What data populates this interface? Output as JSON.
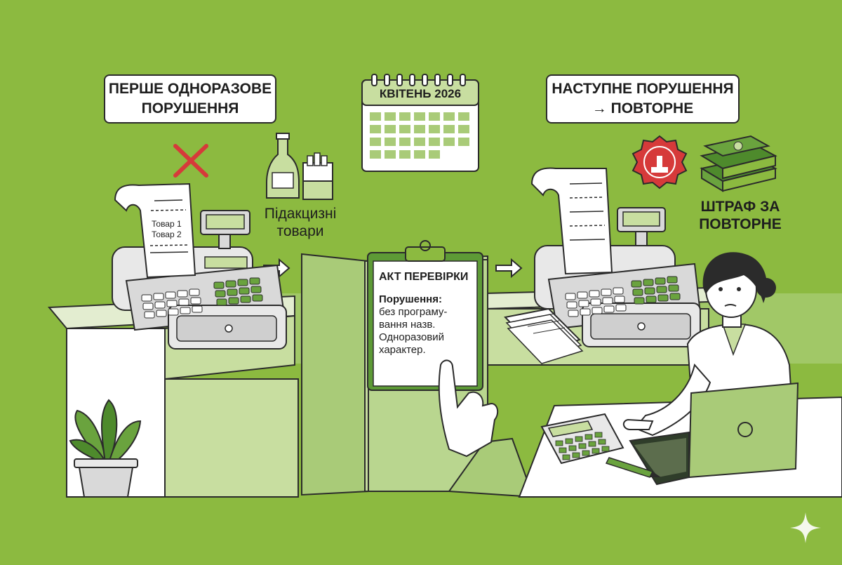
{
  "labels": {
    "first_violation_line1": "ПЕРШЕ ОДНОРАЗОВЕ",
    "first_violation_line2": "ПОРУШЕННЯ",
    "calendar_title": "КВІТЕНЬ 2026",
    "next_violation_line1": "НАСТУПНЕ ПОРУШЕННЯ",
    "next_violation_line2": "→ ПОВТОРНЕ",
    "excise_line1": "Підакцизні",
    "excise_line2": "товари",
    "fine_line1": "ШТРАФ ЗА",
    "fine_line2": "ПОВТОРНЕ"
  },
  "receipt": {
    "item1": "Товар 1",
    "item2": "Товар 2"
  },
  "act": {
    "title": "АКТ ПЕРЕВІРКИ",
    "violation_heading": "Порушення:",
    "lines": [
      "без програму-",
      "вання назв.",
      "Одноразовий",
      "характер."
    ]
  },
  "colors": {
    "background": "#8cba40",
    "light_green": "#c8dea0",
    "mid_green": "#a9cb78",
    "dark_green": "#4e8a2c",
    "stamp_red": "#d63a3a",
    "outline": "#2b2b2b"
  },
  "icons": [
    "cross-icon",
    "bottle-icon",
    "cigarette-pack-icon",
    "calendar-icon",
    "arrow-right-icon",
    "seal-icon",
    "money-stack-icon",
    "plant-icon",
    "calculator-icon",
    "laptop-icon",
    "pen-icon",
    "sparkle-icon"
  ]
}
